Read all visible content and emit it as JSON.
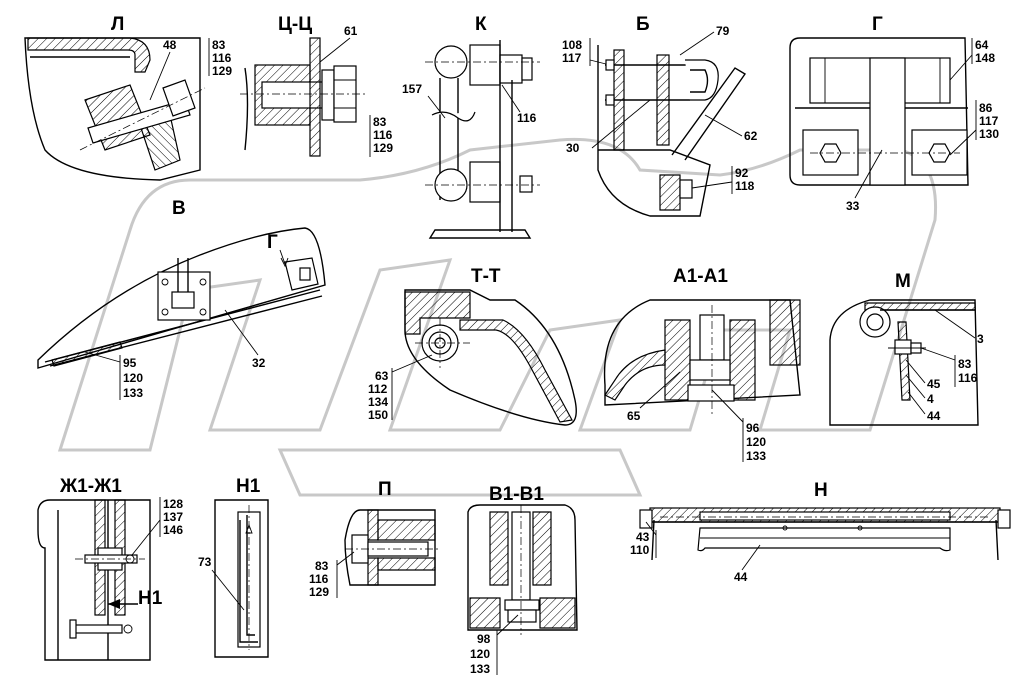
{
  "logo": {
    "watermark_name": "orex-watermark"
  },
  "views": {
    "L": {
      "title": "Л",
      "callouts": [
        "48"
      ],
      "stack": [
        "83",
        "116",
        "129"
      ]
    },
    "CC": {
      "title": "Ц-Ц",
      "callouts": [
        "61"
      ],
      "stack": [
        "83",
        "116",
        "129"
      ]
    },
    "K": {
      "title": "К",
      "callouts": [
        "157",
        "116"
      ]
    },
    "B": {
      "title": "Б",
      "callouts": [
        "79",
        "30",
        "62"
      ],
      "stack_top": [
        "108",
        "117"
      ],
      "stack_bottom": [
        "92",
        "118"
      ]
    },
    "G": {
      "title": "Г",
      "callouts": [
        "33"
      ],
      "stack_top": [
        "64",
        "148"
      ],
      "stack_bottom": [
        "86",
        "117",
        "130"
      ]
    },
    "V": {
      "title": "В",
      "inner_label": "Г",
      "callouts": [
        "32"
      ],
      "stack": [
        "95",
        "120",
        "133"
      ]
    },
    "TT": {
      "title": "Т-Т",
      "stack": [
        "63",
        "112",
        "134",
        "150"
      ]
    },
    "A1": {
      "title": "А1-А1",
      "callouts": [
        "65"
      ],
      "stack": [
        "96",
        "120",
        "133"
      ]
    },
    "M": {
      "title": "М",
      "callouts": [
        "3",
        "45",
        "4",
        "44"
      ],
      "stack": [
        "83",
        "116"
      ]
    },
    "ZH1": {
      "title": "Ж1-Ж1",
      "inner_label": "Н1",
      "stack": [
        "128",
        "137",
        "146"
      ]
    },
    "N1": {
      "title": "Н1",
      "callouts": [
        "73"
      ]
    },
    "P": {
      "title": "П",
      "stack": [
        "83",
        "116",
        "129"
      ]
    },
    "V1": {
      "title": "В1-В1",
      "stack": [
        "98",
        "120",
        "133"
      ]
    },
    "N": {
      "title": "Н",
      "callouts": [
        "44"
      ],
      "stack": [
        "43",
        "110"
      ]
    }
  }
}
